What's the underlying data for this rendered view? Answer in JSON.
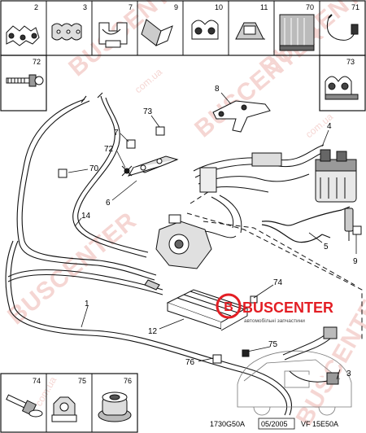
{
  "top_parts": [
    {
      "num": "2"
    },
    {
      "num": "3"
    },
    {
      "num": "7"
    },
    {
      "num": "9"
    },
    {
      "num": "10"
    },
    {
      "num": "11"
    },
    {
      "num": "70"
    },
    {
      "num": "71"
    }
  ],
  "side_parts": [
    {
      "num": "72"
    },
    {
      "num": "73"
    }
  ],
  "bottom_parts": [
    {
      "num": "74"
    },
    {
      "num": "75"
    },
    {
      "num": "76"
    }
  ],
  "callouts": {
    "c8": "8",
    "c73": "73",
    "c7": "7",
    "c72": "72",
    "c70": "70",
    "c6": "6",
    "c4": "4",
    "c14": "14",
    "c5": "5",
    "c9": "9",
    "c1": "1",
    "c12": "12",
    "c74": "74",
    "c75": "75",
    "c76": "76",
    "c3": "3"
  },
  "footer": {
    "ref": "1730G50A",
    "date": "05/2005",
    "model": "VF 15E50A"
  },
  "logo": {
    "brand": "BUSCENTER",
    "tagline": "автомобільні запчастини",
    "mark": "B"
  },
  "watermark": {
    "brand": "BUSCENTER",
    "domain": "com.ua"
  },
  "colors": {
    "logo_red": "#e31e24",
    "line": "#111111",
    "watermark": "#f2c9c5"
  }
}
